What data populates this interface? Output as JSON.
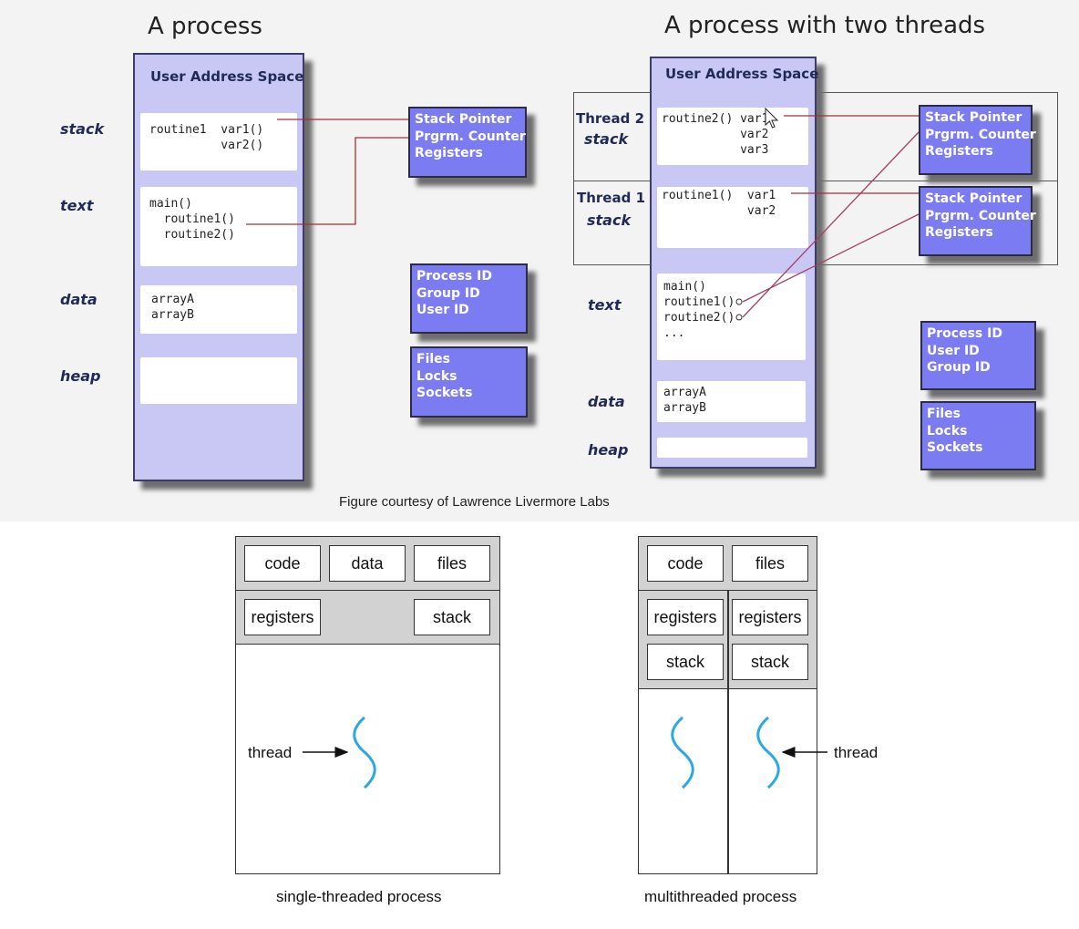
{
  "single_process": {
    "title": "A process",
    "address_space_title": "User Address Space",
    "segments": {
      "stack": "stack",
      "text": "text",
      "data": "data",
      "heap": "heap"
    },
    "stack_content": "routine1  var1()\n          var2()",
    "text_content": "main()\n  routine1()\n  routine2()",
    "data_content": "arrayA\narrayB",
    "registers_box": [
      "Stack Pointer",
      "Prgrm. Counter",
      "Registers"
    ],
    "ids_box": [
      "Process ID",
      "Group ID",
      "User ID"
    ],
    "files_box": [
      "Files",
      "Locks",
      "Sockets"
    ]
  },
  "two_threads": {
    "title": "A process with two threads",
    "address_space_title": "User Address Space",
    "thread2": {
      "name": "Thread 2",
      "label": "stack",
      "content": "routine2() var1\n           var2\n           var3"
    },
    "thread1": {
      "name": "Thread 1",
      "label": "stack",
      "content": "routine1()  var1\n            var2"
    },
    "segments": {
      "text": "text",
      "data": "data",
      "heap": "heap"
    },
    "text_content": "main()\nroutine1()\nroutine2()\n...",
    "data_content": "arrayA\narrayB",
    "thread2_registers": [
      "Stack Pointer",
      "Prgrm. Counter",
      "Registers"
    ],
    "thread1_registers": [
      "Stack Pointer",
      "Prgrm. Counter",
      "Registers"
    ],
    "ids_box": [
      "Process ID",
      "User ID",
      "Group ID"
    ],
    "files_box": [
      "Files",
      "Locks",
      "Sockets"
    ]
  },
  "figure_caption": "Figure courtesy of Lawrence Livermore Labs",
  "single_threaded": {
    "boxes": {
      "code": "code",
      "data": "data",
      "files": "files",
      "registers": "registers",
      "stack": "stack"
    },
    "thread_label": "thread",
    "caption": "single-threaded process"
  },
  "multithreaded": {
    "boxes": {
      "code": "code",
      "files": "files",
      "registers_1": "registers",
      "registers_2": "registers",
      "stack_1": "stack",
      "stack_2": "stack"
    },
    "thread_label": "thread",
    "caption": "multithreaded process"
  },
  "colors": {
    "address_space": "#c9c8f4",
    "info_box": "#7b7bf2",
    "connector": "#a0303a",
    "thread_squiggle": "#29a9e0",
    "gray_panel": "#d2d2d2"
  }
}
